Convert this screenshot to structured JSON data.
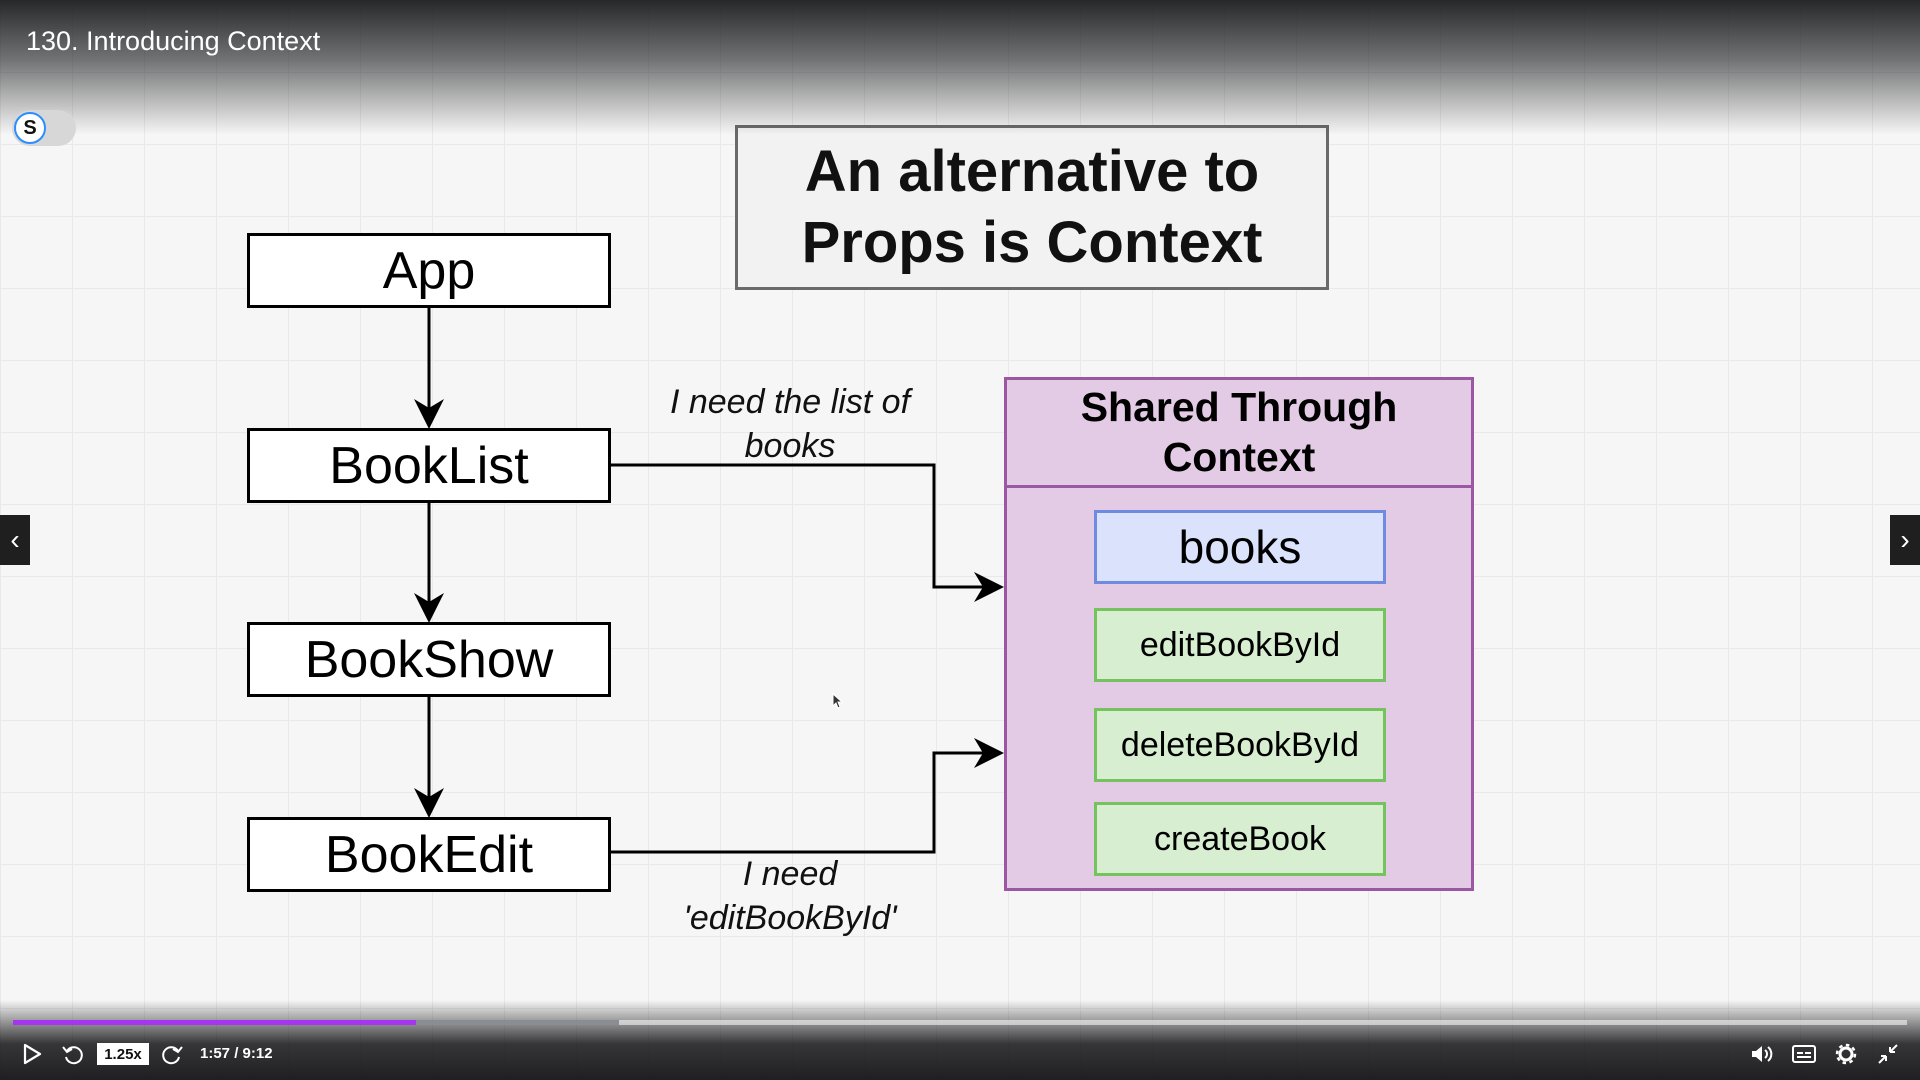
{
  "player": {
    "lecture_title": "130. Introducing Context",
    "toggle_letter": "S",
    "speed": "1.25x",
    "time": "1:57 / 9:12",
    "progress": 0.213,
    "buffered": 0.32,
    "accent_color": "#a435f0"
  },
  "slide": {
    "title_line1": "An alternative to",
    "title_line2": "Props is Context",
    "components": [
      "App",
      "BookList",
      "BookShow",
      "BookEdit"
    ],
    "context_header_line1": "Shared Through",
    "context_header_line2": "Context",
    "context_items": [
      "books",
      "editBookById",
      "deleteBookById",
      "createBook"
    ],
    "note_top_line1": "I need the list of",
    "note_top_line2": "books",
    "note_bottom_line1": "I need",
    "note_bottom_line2": "'editBookById'"
  },
  "icons": [
    "play-icon",
    "rewind-icon",
    "forward-icon",
    "volume-icon",
    "captions-icon",
    "settings-icon",
    "exit-fullscreen-icon",
    "chevron-left-icon",
    "chevron-right-icon"
  ]
}
